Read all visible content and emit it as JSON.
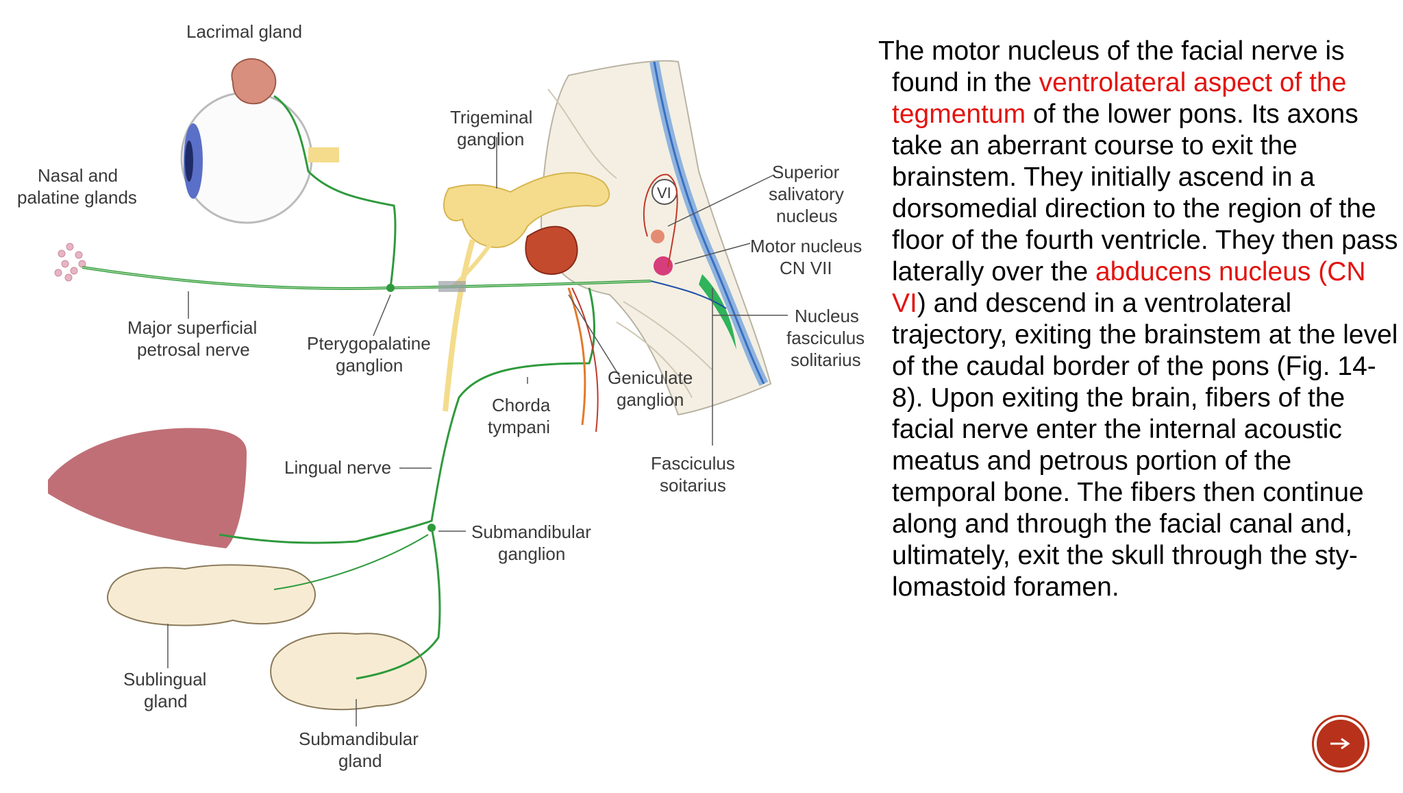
{
  "figure": {
    "labels": {
      "lacrimal_gland": "Lacrimal gland",
      "trigeminal_1": "Trigeminal",
      "trigeminal_2": "ganglion",
      "nasal_1": "Nasal and",
      "nasal_2": "palatine glands",
      "sup_sal_1": "Superior",
      "sup_sal_2": "salivatory",
      "sup_sal_3": "nucleus",
      "motor_1": "Motor nucleus",
      "motor_2": "CN VII",
      "vi": "VI",
      "major_1": "Major superficial",
      "major_2": "petrosal nerve",
      "ptery_1": "Pterygopalatine",
      "ptery_2": "ganglion",
      "nfs_1": "Nucleus",
      "nfs_2": "fasciculus",
      "nfs_3": "solitarius",
      "genic_1": "Geniculate",
      "genic_2": "ganglion",
      "chorda_1": "Chorda",
      "chorda_2": "tympani",
      "lingual": "Lingual nerve",
      "fasc_1": "Fasciculus",
      "fasc_2": "soitarius",
      "submand_g_1": "Submandibular",
      "submand_g_2": "ganglion",
      "sublingual_1": "Sublingual",
      "sublingual_2": "gland",
      "submand_1": "Submandibular",
      "submand_2": "gland"
    }
  },
  "text": {
    "p1": "The motor nucleus of the facial nerve is found in the ",
    "h1": "ventrolateral aspect of the tegmentum",
    "p2": " of the lower pons. Its axons take an aberrant course to exit the brainstem. They initially ascend in a dorsomedial direction to the region of the floor of the fourth ventricle. They then pass laterally over the ",
    "h2": "abducens nucleus (CN VI",
    "p3": ") and descend in a ventrolateral trajectory, exiting the brainstem at the level of the caudal border of the pons (Fig. 14-8). Upon exiting the brain, fibers of the facial nerve enter the internal acoustic meatus and petrous portion of the temporal bone. The fibers then continue along and through the facial canal and, ultimately, exit the skull through the sty-lomastoid foramen."
  },
  "colors": {
    "highlight": "#e3130f",
    "nerve_green": "#2e9a3c",
    "button": "#b8311a"
  },
  "nav": {
    "icon": "arrow-right-icon"
  }
}
